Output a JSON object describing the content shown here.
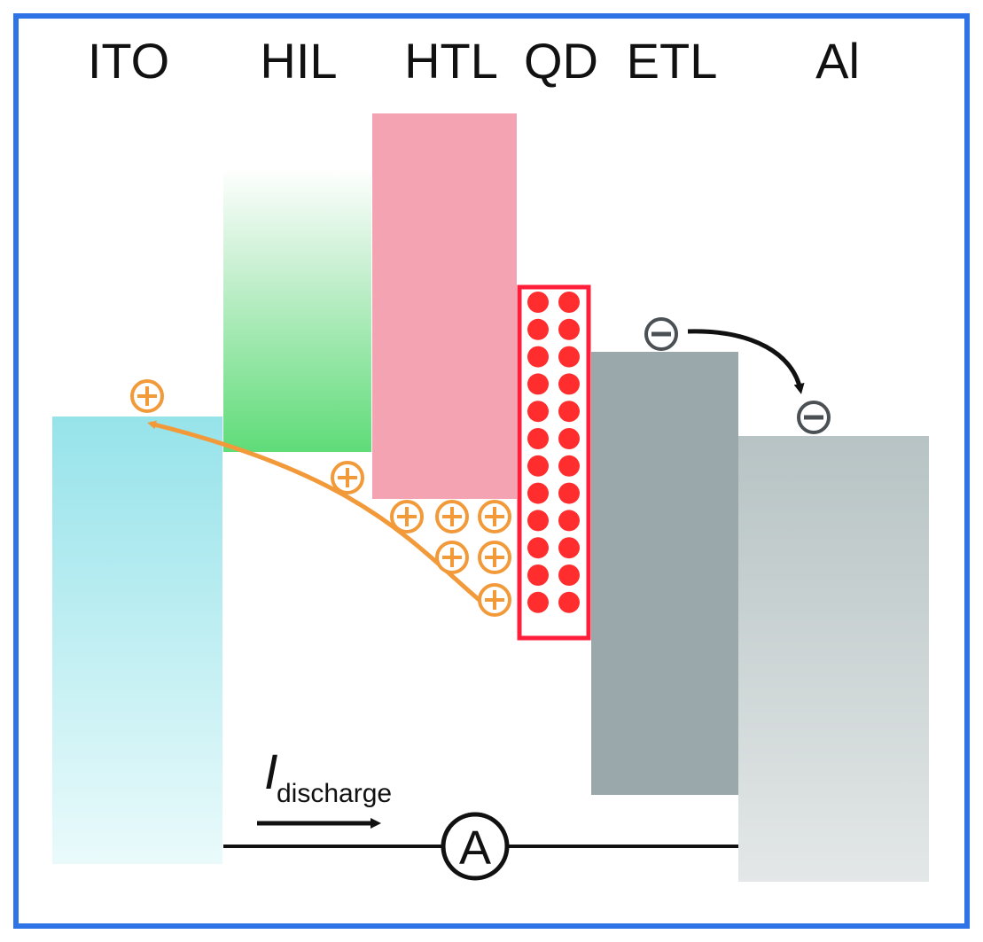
{
  "diagram": {
    "layers": [
      "ITO",
      "HIL",
      "HTL",
      "QD",
      "ETL",
      "Al"
    ],
    "current_label": {
      "symbol": "I",
      "subscript": "discharge"
    },
    "meter_label": "A",
    "hole_symbol": "+",
    "electron_symbol": "−",
    "colors": {
      "frame": "#2f74e6",
      "ito": "#9ee6ec",
      "hil": "#63dc7a",
      "htl": "#f4a3b3",
      "qd": "#ff2d2d",
      "qd_border": "#ff1f3a",
      "etl": "#9aa8ab",
      "al": "#bcc7c8",
      "hole": "#f29a3a",
      "electron": "#4a5054",
      "circuit": "#111111"
    }
  }
}
